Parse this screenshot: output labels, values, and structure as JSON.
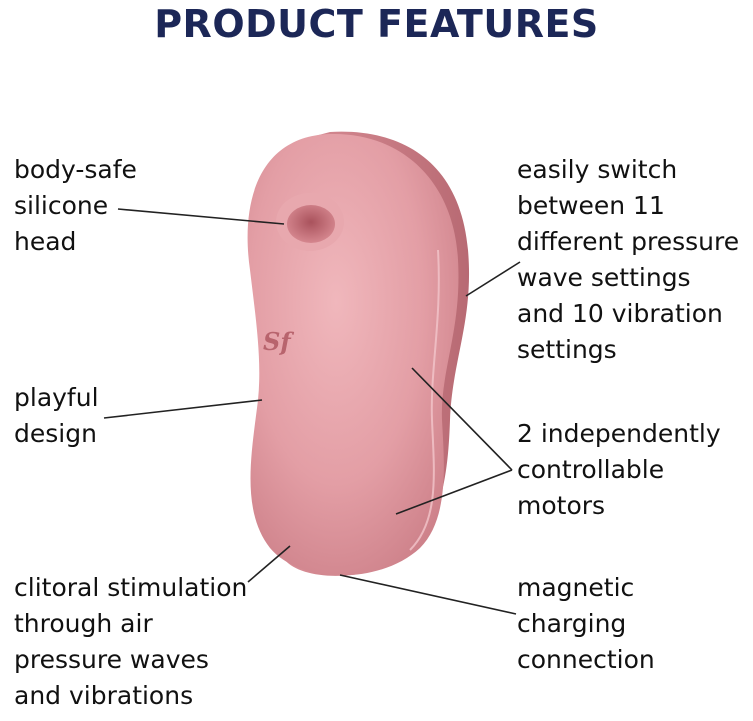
{
  "title": "PRODUCT FEATURES",
  "colors": {
    "title": "#1c2757",
    "product": "#e09aa1",
    "product_shadow": "#c57880",
    "product_highlight": "#f1c0c4"
  },
  "logo_text": "Sf",
  "features": {
    "silicone": [
      "body-safe",
      "silicone",
      "head"
    ],
    "playful": [
      "playful",
      "design"
    ],
    "clitoral": [
      "clitoral stimulation",
      "through air",
      "pressure waves",
      "and vibrations"
    ],
    "switch": [
      "easily switch",
      "between 11",
      "different pressure",
      "wave settings",
      "and 10 vibration",
      "settings"
    ],
    "motors": [
      "2 independently",
      "controllable",
      "motors"
    ],
    "charge": [
      "magnetic",
      "charging",
      "connection"
    ]
  }
}
